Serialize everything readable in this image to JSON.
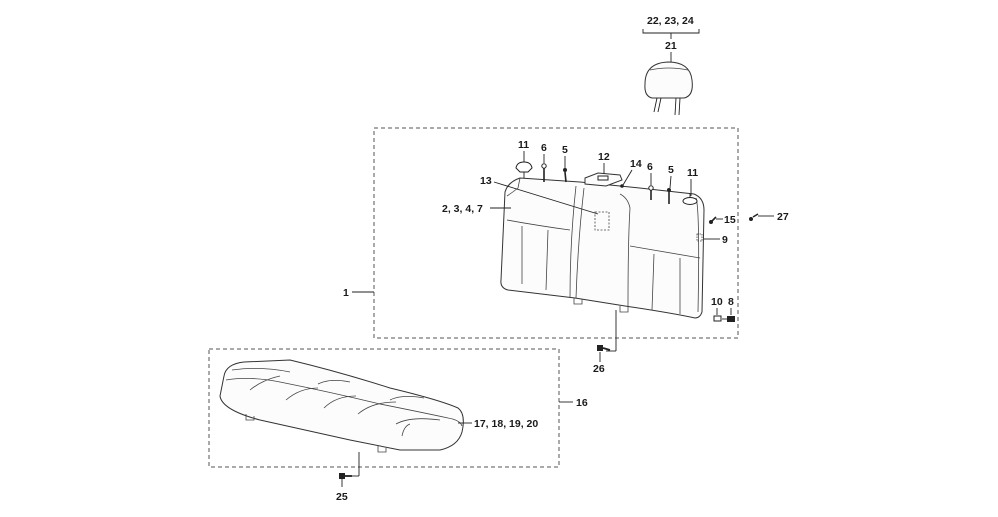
{
  "callouts": {
    "c1": "1",
    "c234_7": "2, 3, 4, 7",
    "c5a": "5",
    "c5b": "5",
    "c6a": "6",
    "c6b": "6",
    "c8": "8",
    "c9": "9",
    "c10": "10",
    "c11a": "11",
    "c11b": "11",
    "c12": "12",
    "c13": "13",
    "c14": "14",
    "c15": "15",
    "c16": "16",
    "c17_20": "17, 18, 19, 20",
    "c21": "21",
    "c22_24": "22, 23, 24",
    "c25": "25",
    "c26": "26",
    "c27": "27"
  }
}
